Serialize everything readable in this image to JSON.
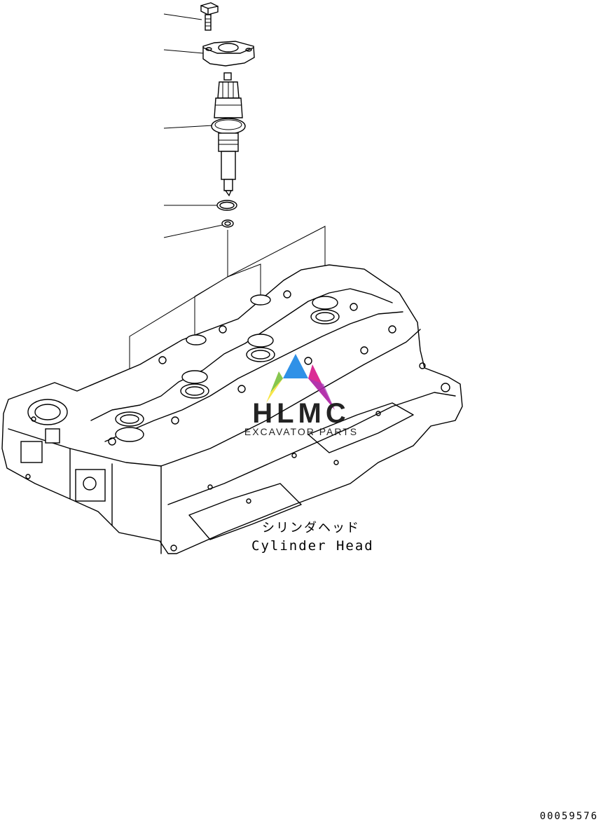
{
  "caption": {
    "japanese": "シリンダヘッド",
    "english": "Cylinder Head"
  },
  "watermark": {
    "brand": "HLMC",
    "tagline": "EXCAVATOR PARTS"
  },
  "drawing_number": "00059576",
  "colors": {
    "line": "#000000",
    "watermark_blue": "#1e88e5",
    "watermark_magenta": "#d81b8c",
    "watermark_yellow": "#f7e43a",
    "watermark_green": "#7cc242",
    "watermark_text": "#111111"
  }
}
